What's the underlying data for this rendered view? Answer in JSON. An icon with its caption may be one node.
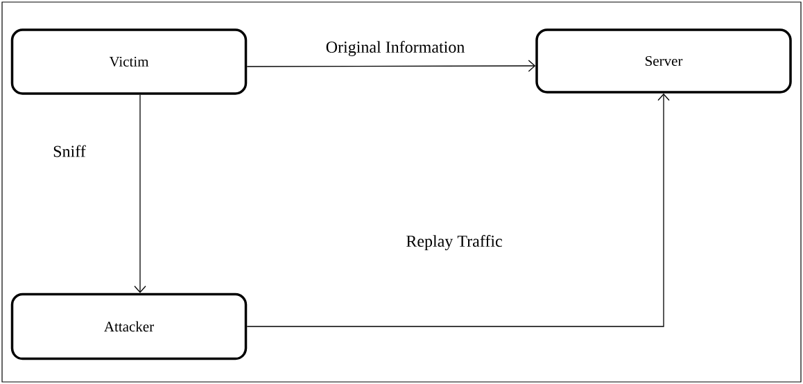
{
  "diagram": {
    "nodes": [
      {
        "text": [
          "Victim"
        ]
      },
      {
        "text": [
          "Server"
        ]
      },
      {
        "text": [
          "Attacker"
        ]
      }
    ],
    "edges": [
      {
        "from": 0,
        "to": 1,
        "arrow": "to",
        "label": "Original Information"
      },
      {
        "from": 0,
        "to": 2,
        "arrow": "to",
        "label": "Sniff"
      },
      {
        "from": 2,
        "to": 1,
        "arrow": "to",
        "label": "Replay Traffic"
      }
    ]
  }
}
